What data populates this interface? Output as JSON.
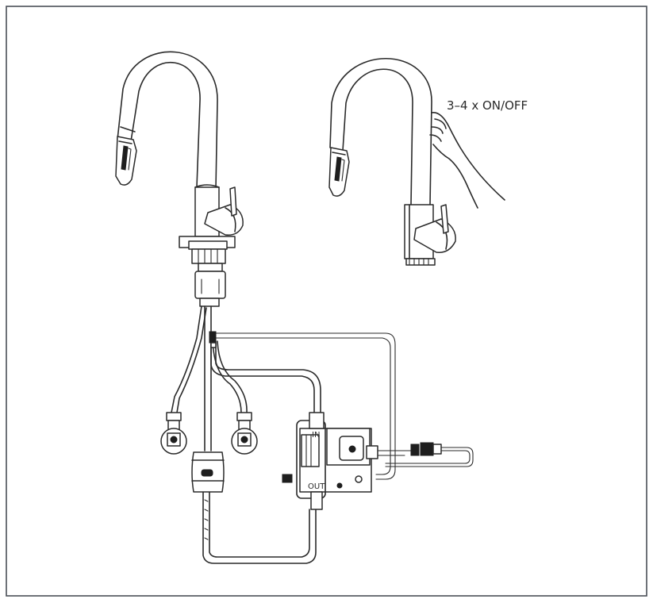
{
  "labels": {
    "instruction": "3–4 x ON/OFF",
    "port_in": "IN",
    "port_out": "OUT"
  },
  "colors": {
    "line": "#2a2a2a",
    "background": "#ffffff",
    "frame": "#4a4f57"
  }
}
